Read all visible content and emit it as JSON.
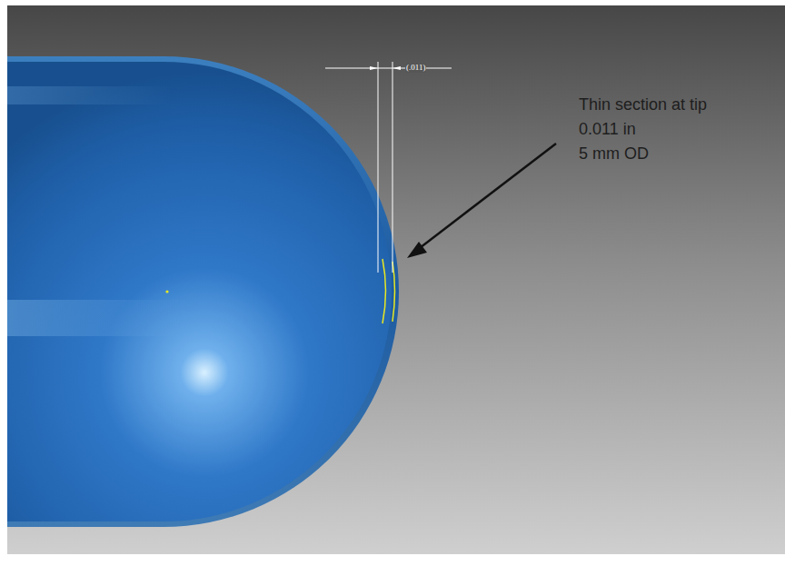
{
  "diagram": {
    "labels": [
      "(.011)",
      "Thin section at tip",
      "0.011 in",
      "5 mm OD"
    ]
  }
}
